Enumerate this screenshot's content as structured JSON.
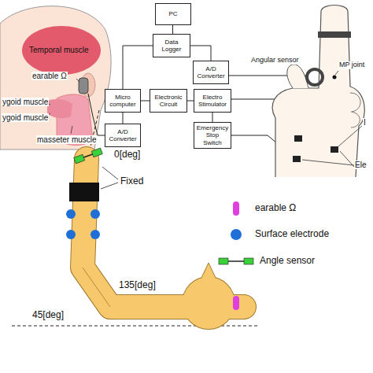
{
  "diagram": {
    "nodes": [
      {
        "text": [
          "PC"
        ]
      },
      {
        "text": [
          "Data Logger"
        ]
      },
      {
        "text": [
          "A/D Converter"
        ]
      },
      {
        "text": [
          "Micro computer"
        ]
      },
      {
        "text": [
          "Electronic Circuit"
        ]
      },
      {
        "text": [
          "Electro Stimulator"
        ]
      },
      {
        "text": [
          "A/D Converter"
        ]
      },
      {
        "text": [
          "Emergency Stop Switch"
        ]
      }
    ],
    "edges": [
      {
        "from": 0,
        "to": 1,
        "arrow": "none"
      },
      {
        "from": 1,
        "to": 2,
        "arrow": "none"
      },
      {
        "from": 1,
        "to": 3,
        "arrow": "none"
      },
      {
        "from": 3,
        "to": 4,
        "arrow": "none"
      },
      {
        "from": 4,
        "to": 5,
        "arrow": "none"
      },
      {
        "from": 3,
        "to": 6,
        "arrow": "none"
      },
      {
        "from": 5,
        "to": 7,
        "arrow": "none"
      }
    ],
    "labels": [
      "Temporal muscle",
      "earable Ω",
      "ygoid muscle",
      "ygoid muscle",
      "masseter muscle",
      "Angular sensor",
      "MP joint",
      "I",
      "Ele",
      "Fixed",
      "0[deg]",
      "135[deg]",
      "45[deg]"
    ],
    "legend": [
      {
        "text": "earable Ω",
        "color": "#e03fe0"
      },
      {
        "text": "Surface electrode",
        "color": "#1f6fd6"
      },
      {
        "text": "Angle sensor"
      }
    ]
  }
}
